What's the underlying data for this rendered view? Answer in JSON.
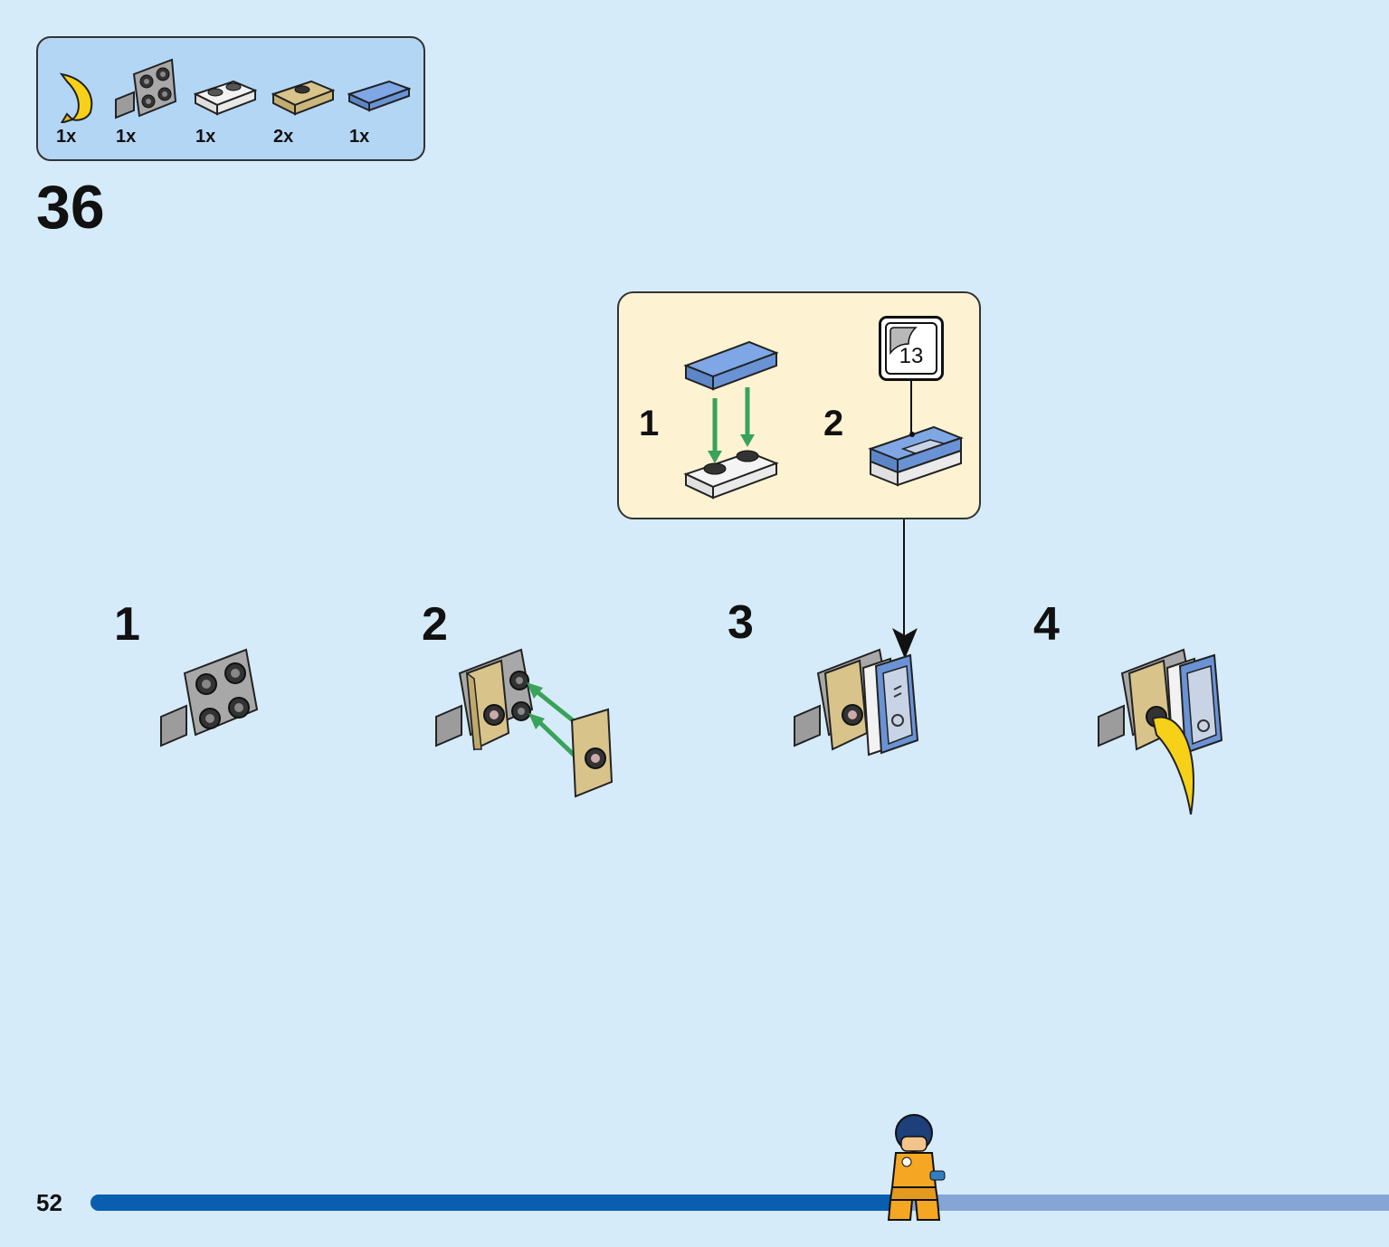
{
  "parts_list": [
    {
      "name": "banana-piece",
      "qty": "1x"
    },
    {
      "name": "angle-plate-2x2",
      "qty": "1x"
    },
    {
      "name": "white-plate-1x2",
      "qty": "1x"
    },
    {
      "name": "tan-jumper-plate-1x2",
      "qty": "2x"
    },
    {
      "name": "blue-tile-1x2",
      "qty": "1x"
    }
  ],
  "step_number": "36",
  "callout": {
    "sub_steps": [
      "1",
      "2"
    ],
    "sticker_number": "13"
  },
  "sub_steps": [
    "1",
    "2",
    "3",
    "4"
  ],
  "page_number": "52",
  "progress_fraction": 0.63,
  "colors": {
    "background": "#d6ebf9",
    "callout_bg": "#fdf3d2",
    "parts_bg": "#b4d6f5",
    "progress_done": "#0a5eb0",
    "progress_remaining": "#85a5d6",
    "arrow_green": "#3aa25a"
  }
}
